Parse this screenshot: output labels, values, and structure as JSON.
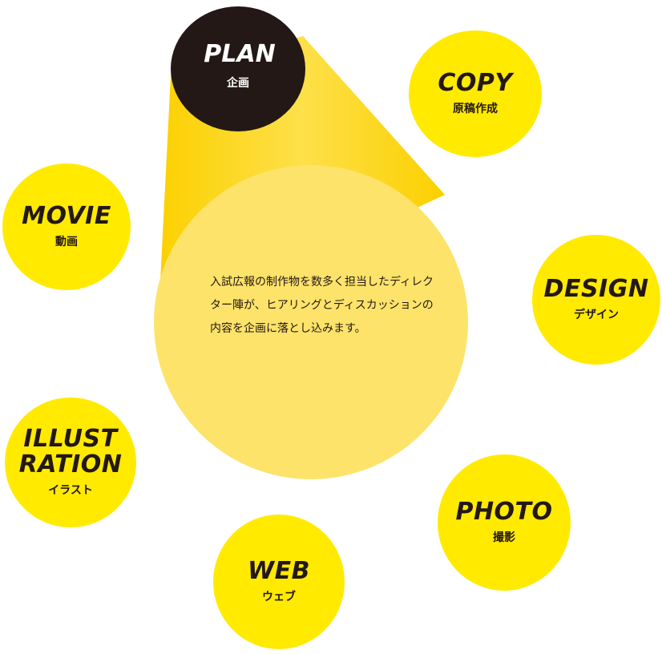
{
  "plan": {
    "en": "PLAN",
    "jp": "企画"
  },
  "description": "入試広報の制作物を数多く担当したディレクター陣が、ヒアリングとディスカッションの内容を企画に落とし込みます。",
  "bubbles": {
    "copy": {
      "en": "COPY",
      "jp": "原稿作成"
    },
    "movie": {
      "en": "MOVIE",
      "jp": "動画"
    },
    "design": {
      "en": "DESIGN",
      "jp": "デザイン"
    },
    "illustration": {
      "en_line1": "ILLUST",
      "en_line2": "RATION",
      "jp": "イラスト"
    },
    "photo": {
      "en": "PHOTO",
      "jp": "撮影"
    },
    "web": {
      "en": "WEB",
      "jp": "ウェブ"
    }
  },
  "colors": {
    "bubble": "#ffea00",
    "plan_circle": "#231816",
    "beam_light": "#fde36a",
    "beam_dark": "#fcd000",
    "text": "#231816"
  }
}
